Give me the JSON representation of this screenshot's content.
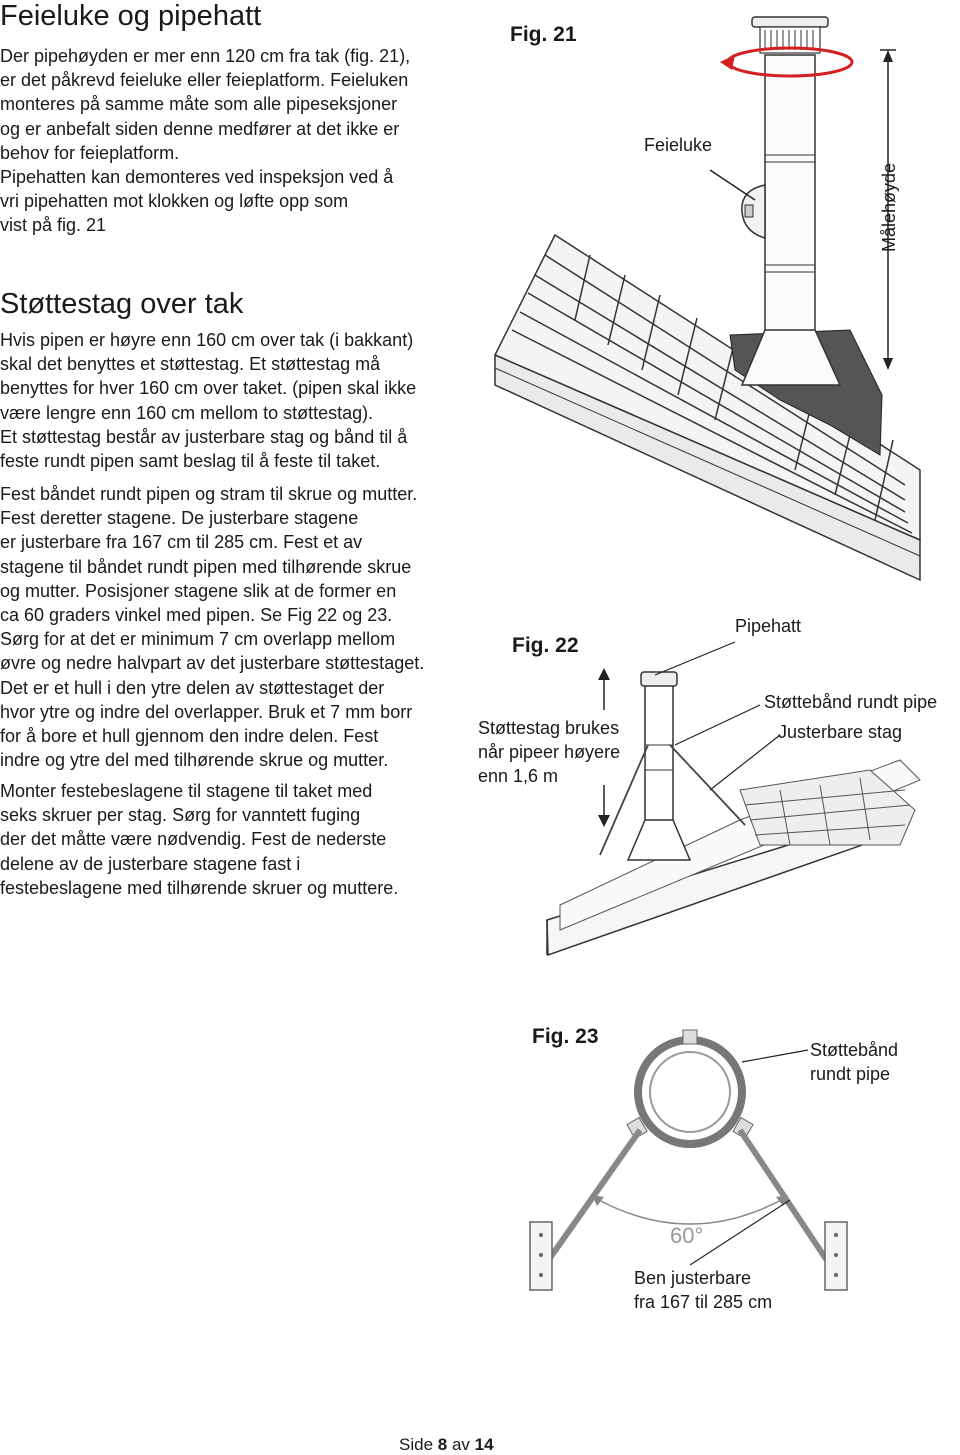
{
  "section1": {
    "title": "Feieluke og pipehatt",
    "lines": [
      "Der pipehøyden er mer enn 120 cm fra tak (fig. 21),",
      "er det påkrevd feieluke eller feieplatform. Feieluken",
      "monteres på samme måte som alle pipeseksjoner",
      "og er anbefalt siden denne medfører at det ikke er",
      "behov for feieplatform.",
      "Pipehatten kan demonteres ved inspeksjon ved å",
      "vri pipehatten mot klokken og løfte opp som",
      "vist på fig. 21"
    ]
  },
  "section2": {
    "title": "Støttestag over tak",
    "para1": [
      "Hvis pipen er høyre enn 160 cm over tak (i bakkant)",
      "skal det benyttes et støttestag. Et støttestag må",
      "benyttes for hver 160 cm over taket. (pipen skal ikke",
      "være lengre enn 160 cm mellom to støttestag).",
      "Et støttestag består av justerbare stag og bånd til å",
      "feste rundt pipen samt beslag til å feste til taket."
    ],
    "para2": [
      "Fest båndet rundt pipen og stram til skrue og mutter.",
      "Fest deretter stagene. De justerbare stagene",
      "er justerbare fra 167 cm til 285 cm. Fest et av",
      "stagene til båndet rundt pipen med tilhørende skrue",
      "og mutter. Posisjoner stagene slik at de former en",
      "ca 60 graders vinkel med pipen. Se Fig 22 og 23.",
      "Sørg for at det er minimum 7 cm overlapp mellom",
      "øvre og nedre halvpart av det justerbare støttestaget.",
      "Det er et hull i den ytre delen av støttestaget der",
      "hvor ytre og indre del overlapper. Bruk et 7 mm borr",
      "for å bore et hull gjennom den indre delen. Fest",
      "indre og ytre del med tilhørende skrue og mutter."
    ],
    "para3": [
      "Monter festebeslagene til stagene til taket med",
      "seks skruer per stag. Sørg for vanntett fuging",
      "der det måtte være nødvendig. Fest de nederste",
      "delene av de justerbare stagene fast i",
      "festebeslagene med tilhørende skruer og muttere."
    ]
  },
  "fig21": {
    "label": "Fig. 21",
    "feieluke": "Feieluke",
    "malehoyde": "Målehøyde"
  },
  "fig22": {
    "label": "Fig. 22",
    "note": [
      "Støttestag brukes",
      "når pipeer høyere",
      "enn 1,6 m"
    ],
    "pipehatt": "Pipehatt",
    "stotteband": "Støttebånd rundt pipe",
    "justerbare": "Justerbare stag"
  },
  "fig23": {
    "label": "Fig. 23",
    "stotteband": [
      "Støttebånd",
      "rundt pipe"
    ],
    "angle": "60°",
    "ben": [
      "Ben justerbare",
      "fra 167 til 285 cm"
    ]
  },
  "footer": {
    "prefix": "Side",
    "page": "8",
    "middle": "av",
    "total": "14"
  },
  "colors": {
    "text": "#1a1a1a",
    "arrow": "#d42020",
    "flashing": "#555555"
  }
}
